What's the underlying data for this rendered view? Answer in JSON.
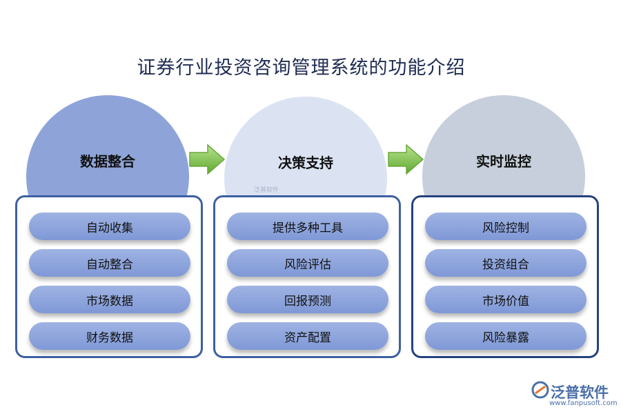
{
  "title": "证券行业投资咨询管理系统的功能介绍",
  "sections": [
    {
      "label": "数据整合",
      "items": [
        "自动收集",
        "自动整合",
        "市场数据",
        "财务数据"
      ]
    },
    {
      "label": "决策支持",
      "items": [
        "提供多种工具",
        "风险评估",
        "回报预测",
        "资产配置"
      ]
    },
    {
      "label": "实时监控",
      "items": [
        "风险控制",
        "投资组合",
        "市场价值",
        "风险暴露"
      ]
    }
  ],
  "watermark": "泛普软件",
  "logo": {
    "name": "泛普软件",
    "url": "www.fanpusoft.com"
  },
  "colors": {
    "arrow": "#7fc347",
    "panel_border": "#3d5fa3",
    "pill": "#8ea4d9"
  }
}
